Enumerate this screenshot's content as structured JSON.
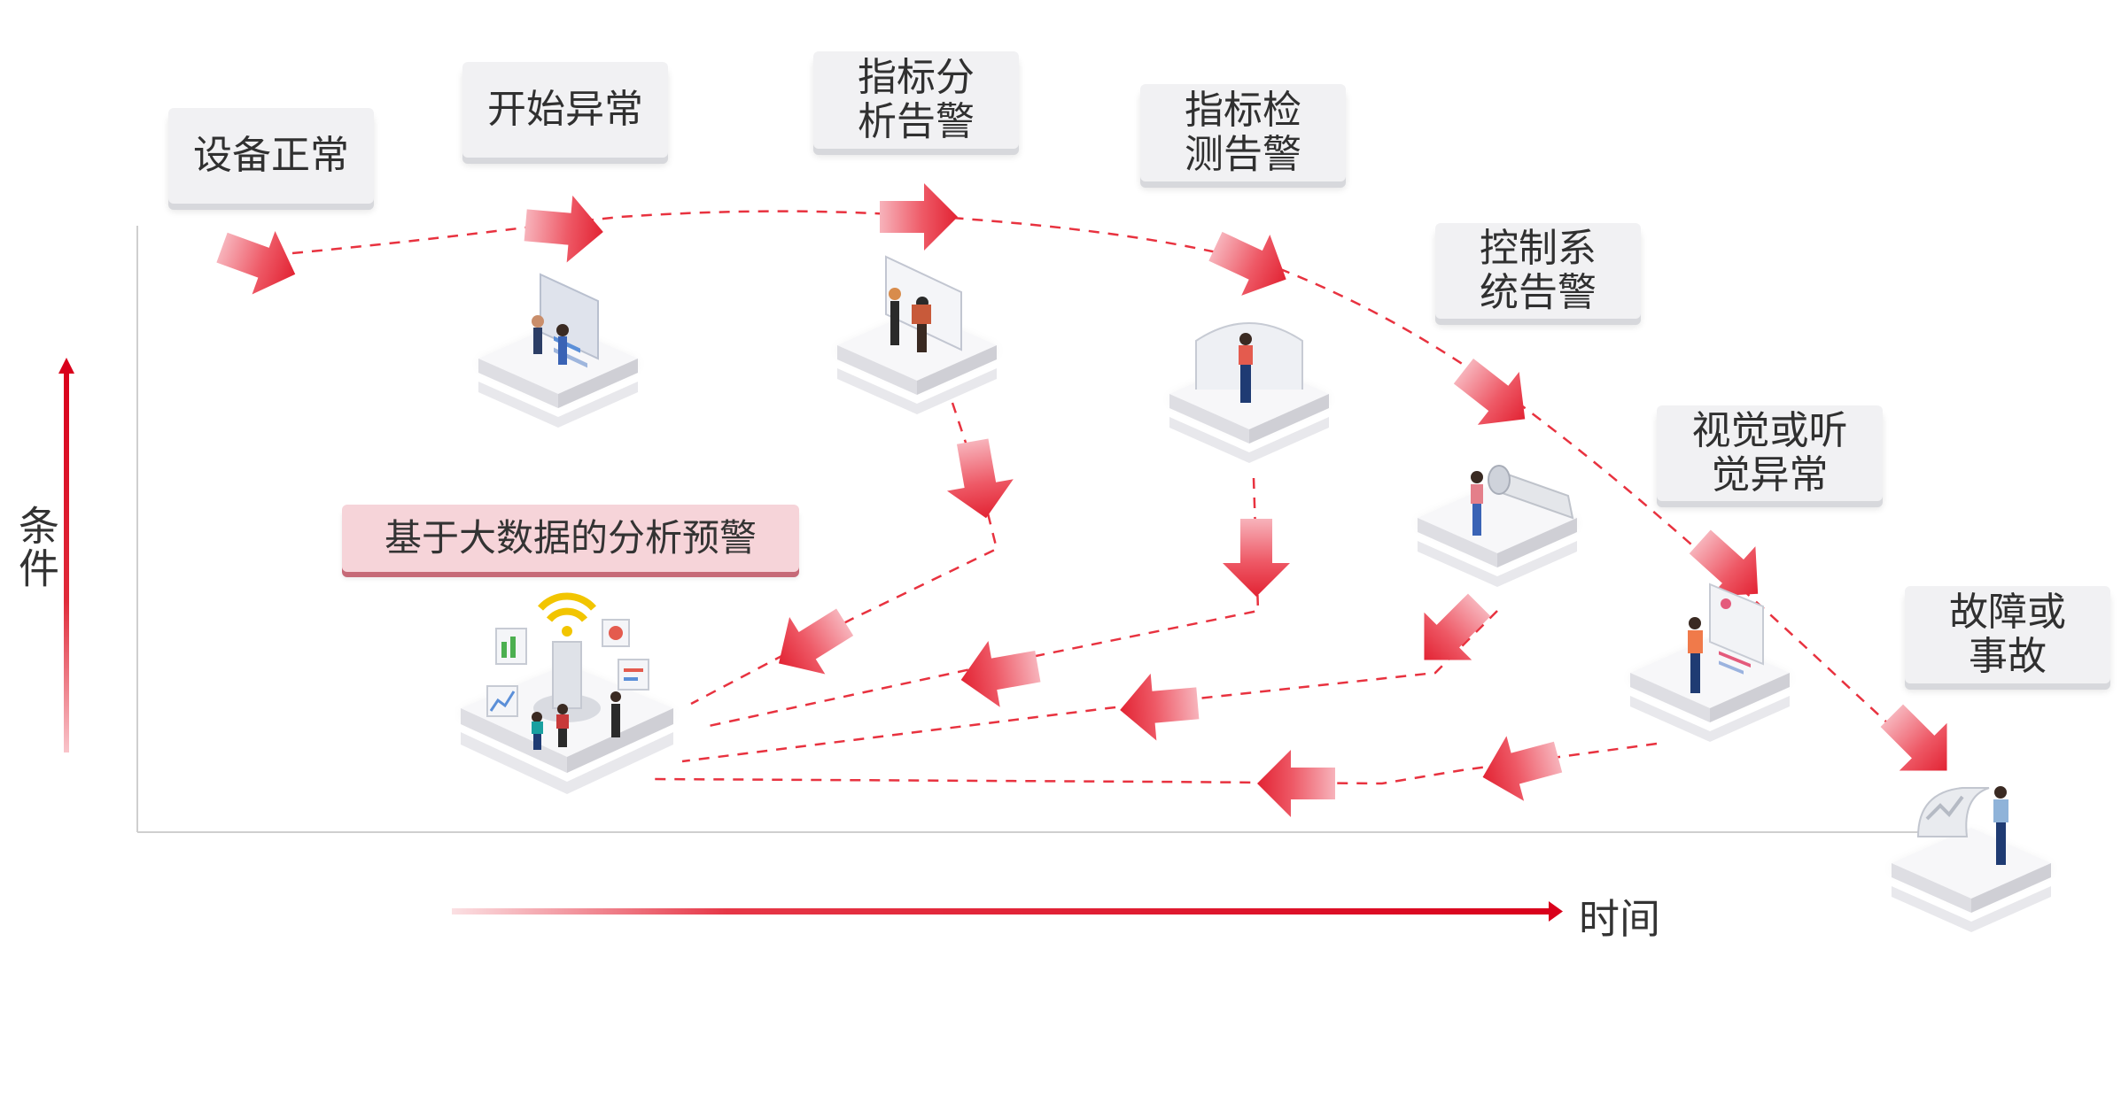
{
  "labels": {
    "normal": "设备正常",
    "abnormal_start": "开始异常",
    "metric_analysis": "指标分\n析告警",
    "metric_detection": "指标检\n测告警",
    "control_system": "控制系\n统告警",
    "sensory": "视觉或听\n觉异常",
    "failure": "故障或\n事故",
    "big_data": "基于大数据的分析预警"
  },
  "axes": {
    "y_label": "条件",
    "x_label": "时间"
  },
  "colors": {
    "arrow": "#e8323f",
    "axis_arrow": "#d9001b",
    "dashed": "#e8323f",
    "platform": "#eeeef2",
    "highlight_bg": "#f6d4d9"
  },
  "icons": [
    "people-dashboard-icon",
    "whiteboard-team-icon",
    "monitor-room-icon",
    "telescope-inspector-icon",
    "screen-analyst-icon",
    "big-data-hub-icon",
    "failure-worker-icon"
  ]
}
